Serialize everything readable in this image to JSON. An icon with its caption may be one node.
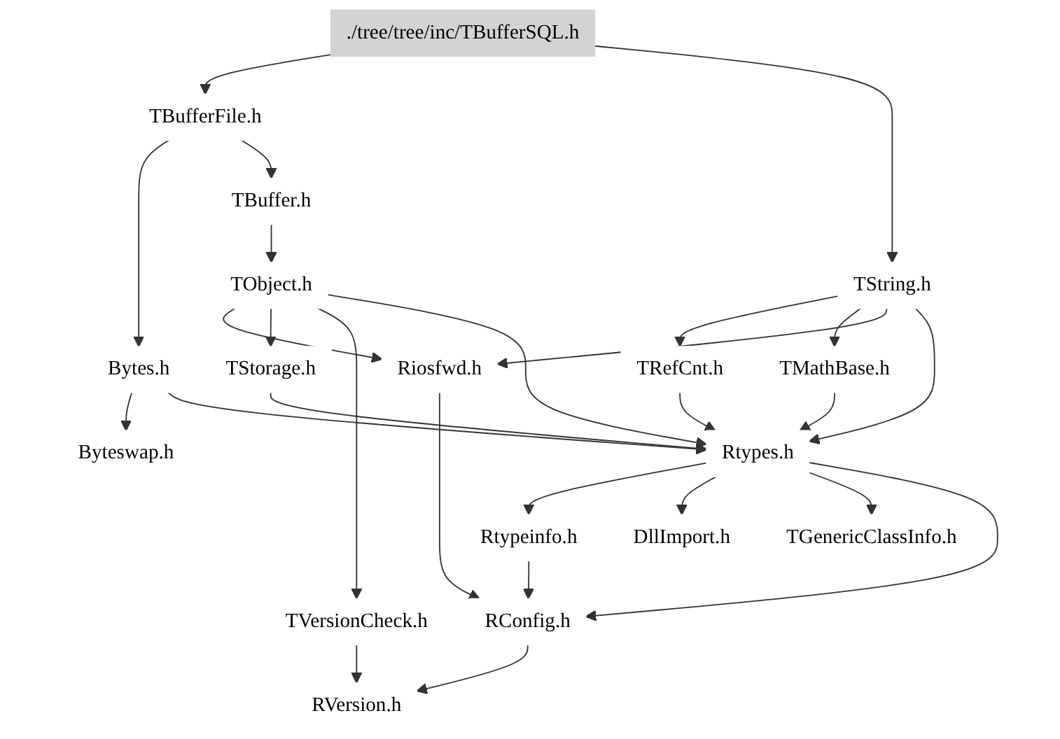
{
  "diagram": {
    "nodes": [
      {
        "text": [
          "./tree/tree/inc/TBufferSQL.h"
        ]
      },
      {
        "text": [
          "TBufferFile.h"
        ]
      },
      {
        "text": [
          "Bytes.h"
        ]
      },
      {
        "text": [
          "TBuffer.h"
        ]
      },
      {
        "text": [
          "TString.h"
        ]
      },
      {
        "text": [
          "Byteswap.h"
        ]
      },
      {
        "text": [
          "TObject.h"
        ]
      },
      {
        "text": [
          "TRefCnt.h"
        ]
      },
      {
        "text": [
          "TMathBase.h"
        ]
      },
      {
        "text": [
          "Riosfwd.h"
        ]
      },
      {
        "text": [
          "TStorage.h"
        ]
      },
      {
        "text": [
          "Rtypes.h"
        ]
      },
      {
        "text": [
          "TVersionCheck.h"
        ]
      },
      {
        "text": [
          "Rtypeinfo.h"
        ]
      },
      {
        "text": [
          "DllImport.h"
        ]
      },
      {
        "text": [
          "TGenericClassInfo.h"
        ]
      },
      {
        "text": [
          "RConfig.h"
        ]
      },
      {
        "text": [
          "RVersion.h"
        ]
      }
    ],
    "edges": [
      {
        "from": 0,
        "to": 1,
        "arrow": "to"
      },
      {
        "from": 0,
        "to": 4,
        "arrow": "to"
      },
      {
        "from": 1,
        "to": 2,
        "arrow": "to"
      },
      {
        "from": 1,
        "to": 3,
        "arrow": "to"
      },
      {
        "from": 2,
        "to": 5,
        "arrow": "to"
      },
      {
        "from": 2,
        "to": 11,
        "arrow": "to"
      },
      {
        "from": 3,
        "to": 6,
        "arrow": "to"
      },
      {
        "from": 4,
        "to": 7,
        "arrow": "to"
      },
      {
        "from": 4,
        "to": 8,
        "arrow": "to"
      },
      {
        "from": 4,
        "to": 9,
        "arrow": "to"
      },
      {
        "from": 4,
        "to": 11,
        "arrow": "to"
      },
      {
        "from": 6,
        "to": 9,
        "arrow": "to"
      },
      {
        "from": 6,
        "to": 10,
        "arrow": "to"
      },
      {
        "from": 6,
        "to": 12,
        "arrow": "to"
      },
      {
        "from": 6,
        "to": 11,
        "arrow": "to"
      },
      {
        "from": 7,
        "to": 11,
        "arrow": "to"
      },
      {
        "from": 8,
        "to": 11,
        "arrow": "to"
      },
      {
        "from": 10,
        "to": 11,
        "arrow": "to"
      },
      {
        "from": 9,
        "to": 16,
        "arrow": "to"
      },
      {
        "from": 11,
        "to": 13,
        "arrow": "to"
      },
      {
        "from": 11,
        "to": 14,
        "arrow": "to"
      },
      {
        "from": 11,
        "to": 15,
        "arrow": "to"
      },
      {
        "from": 11,
        "to": 16,
        "arrow": "to"
      },
      {
        "from": 12,
        "to": 17,
        "arrow": "to"
      },
      {
        "from": 13,
        "to": 16,
        "arrow": "to"
      },
      {
        "from": 16,
        "to": 17,
        "arrow": "to"
      }
    ]
  }
}
